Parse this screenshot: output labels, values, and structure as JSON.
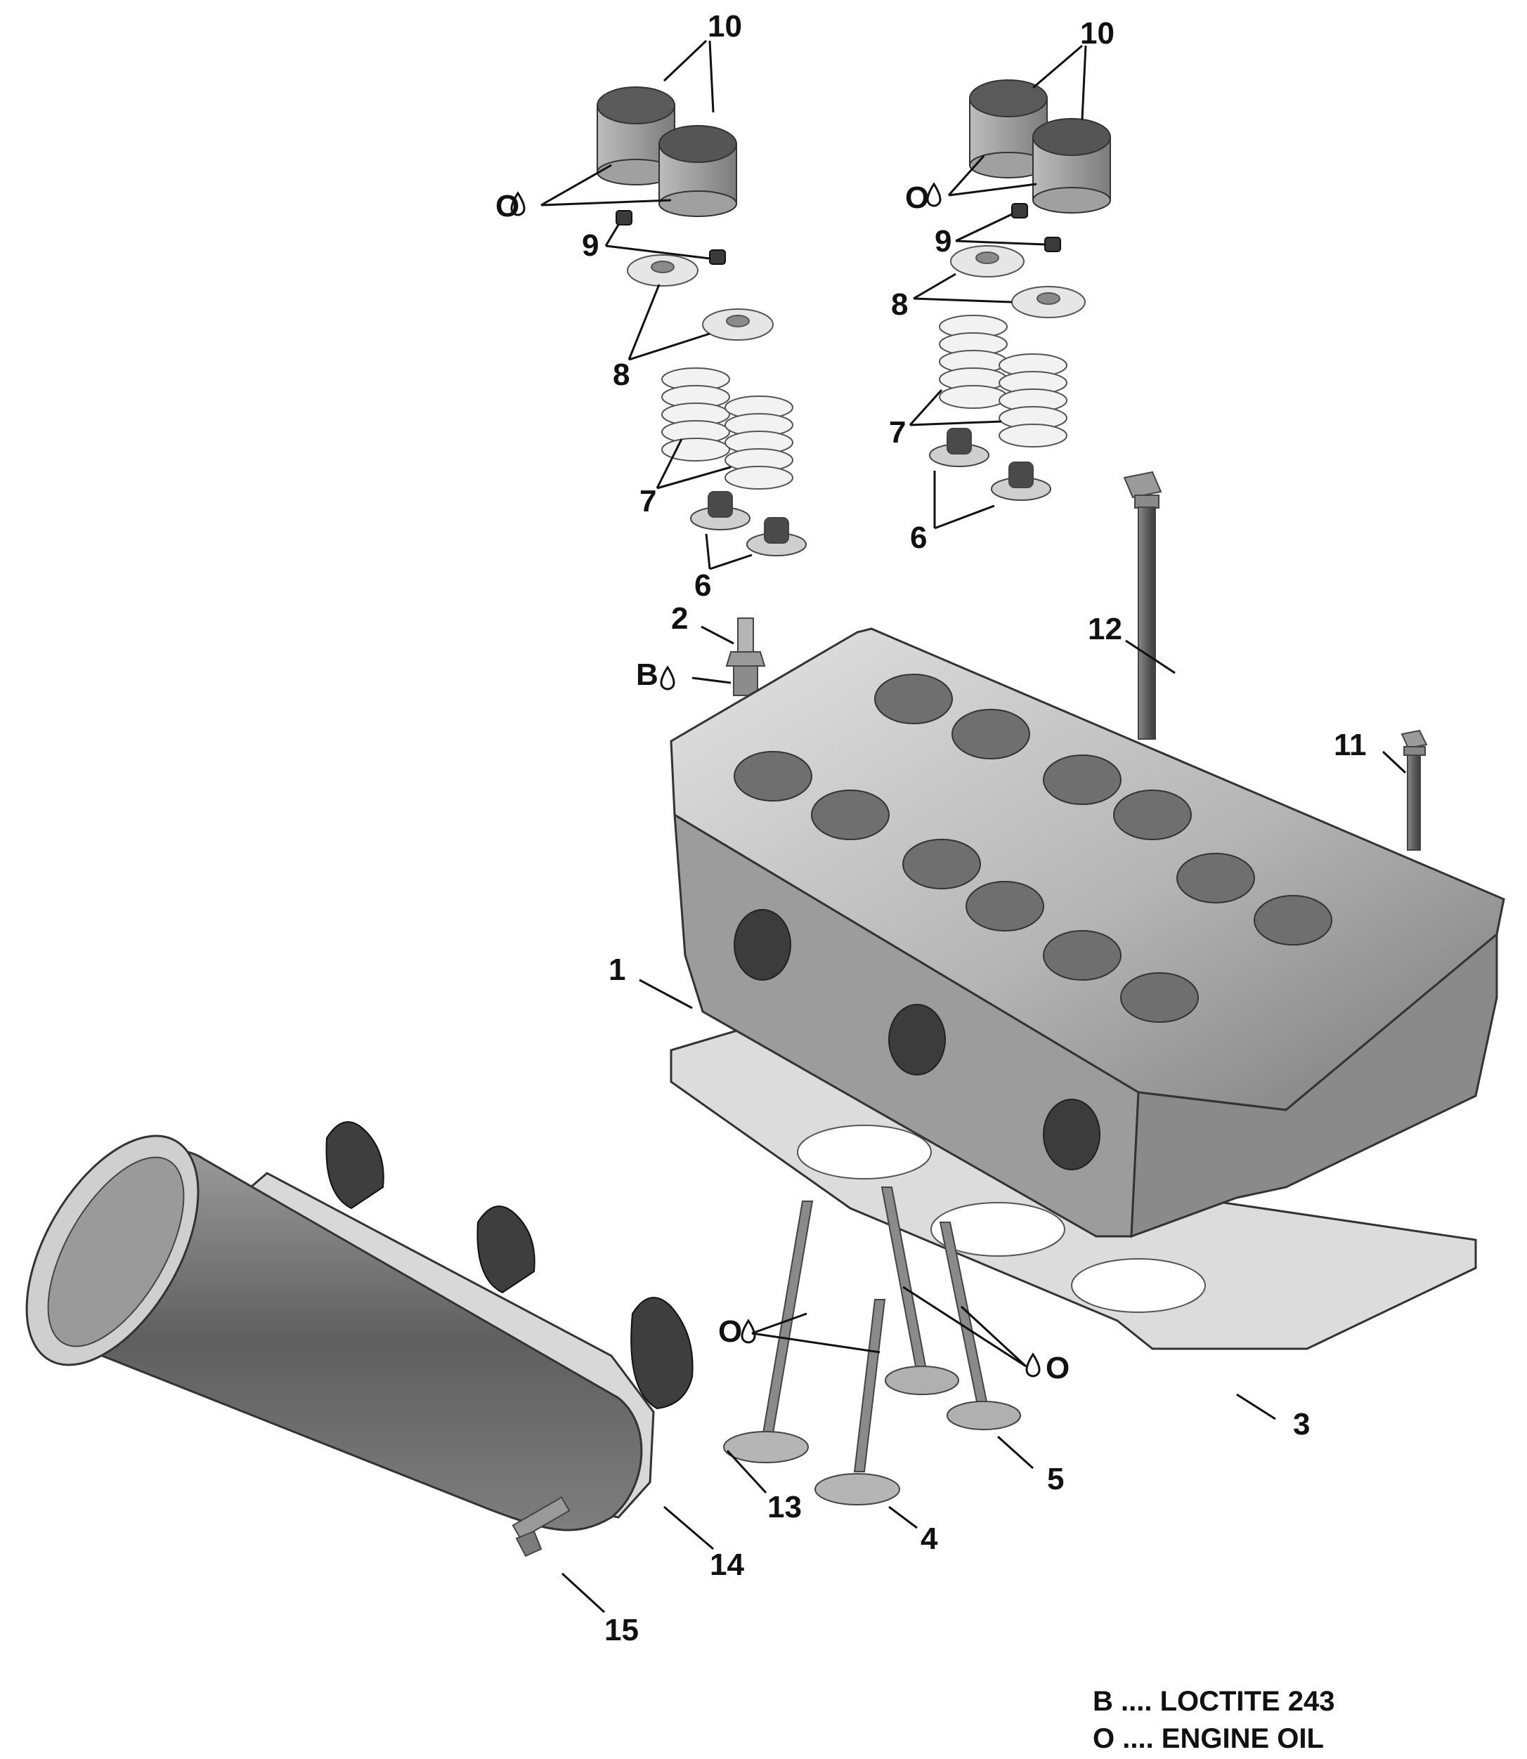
{
  "diagram": {
    "callouts": {
      "c1": "1",
      "c2": "2",
      "c3": "3",
      "c4": "4",
      "c5": "5",
      "c6a": "6",
      "c6b": "6",
      "c7a": "7",
      "c7b": "7",
      "c8a": "8",
      "c8b": "8",
      "c9a": "9",
      "c9b": "9",
      "c10a": "10",
      "c10b": "10",
      "c11": "11",
      "c12": "12",
      "c13": "13",
      "c14": "14",
      "c15": "15",
      "oil_a": "O",
      "oil_b": "O",
      "oil_c": "O",
      "oil_d": "O",
      "loctite": "B"
    },
    "legend": [
      {
        "code": "B",
        "text": "B .... LOCTITE 243"
      },
      {
        "code": "O",
        "text": "O .... ENGINE OIL"
      }
    ],
    "colors": {
      "part_light": "#c9c9c9",
      "part_mid": "#a8a8a8",
      "part_dark": "#6f6f6f",
      "line": "#111111"
    },
    "icons": [
      "oil-drop-icon"
    ]
  }
}
